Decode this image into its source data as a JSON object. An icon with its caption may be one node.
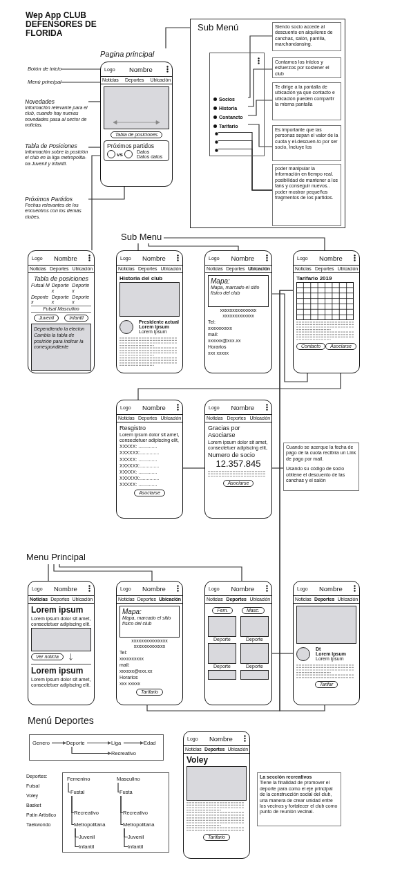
{
  "diagram": {
    "title": "Wep App CLUB DEFENSORES DE FLORIDA",
    "nodes": [
      {
        "text": [
          "Pagina principal",
          "Logo",
          "Nombre",
          "Noticias",
          "Deportes",
          "Ubicación",
          "Tabla de posiciones",
          "Próximos partidos",
          "vs",
          "Datos",
          "Datos datos"
        ]
      },
      {
        "text": [
          "Botón de inicio"
        ]
      },
      {
        "text": [
          "Menú principal"
        ]
      },
      {
        "text": [
          "Novedades",
          "Información relevante para el club, cuando hay nuevas novedades pasa al sector de noticias."
        ]
      },
      {
        "text": [
          "Tabla de Posiciones",
          "Información sobre la posición el club en la liga metropolita-na Juvenil y infantil."
        ]
      },
      {
        "text": [
          "Próximos Partidos",
          "Fechas relevantes de los encuentros con los demás clubes."
        ]
      },
      {
        "text": [
          "Sub Menú"
        ]
      },
      {
        "text": [],
        "shape": "box",
        "in": 6
      },
      {
        "text": [
          "Socios"
        ],
        "in": 7
      },
      {
        "text": [
          "Historia"
        ],
        "in": 7
      },
      {
        "text": [
          "Contancto"
        ],
        "in": 7
      },
      {
        "text": [
          "Tarifario"
        ],
        "in": 7
      },
      {
        "text": [],
        "shape": "circle",
        "in": 7
      },
      {
        "text": [],
        "shape": "circle",
        "in": 7
      },
      {
        "text": [],
        "shape": "circle",
        "in": 7
      },
      {
        "text": [
          "Siendo socio accede al descuento en alquileres de canchas, salón, parrilla, marchandansing."
        ],
        "in": 6
      },
      {
        "text": [
          "Contamos los inicios y esfuerzos por sostener el club"
        ],
        "in": 6
      },
      {
        "text": [
          "Te dirige a la pantalla de ubicación ya que contacto e ubicación pueden compartir la misma pantalla"
        ],
        "in": 6
      },
      {
        "text": [
          "Es importante que las personas sepan el valor de la cuota y el-descuen-to por ser socio, Incluye los"
        ],
        "in": 6
      },
      {
        "text": [
          "poder manipular la información en tiempo real.",
          "posibilidad de mantener a los fans y conseguir nuevos..",
          "poder mostrar pequeños fragmentos de los partidos."
        ],
        "in": 6
      },
      {
        "text": [
          "Sub Menu"
        ]
      },
      {
        "text": [
          "Logo",
          "Nombre",
          "Noticias",
          "Deportes",
          "Ubicación",
          "Tabla de posiciones",
          "Futsal M",
          "Deporte x",
          "Deporte x",
          "Deporte x",
          "Deporte x",
          "Deporte x",
          "Futsal Masculino",
          "Juvenil",
          "Infantil",
          "Dependiendo la elecion Cambia la tabla de posición para indicar la correspondiente"
        ]
      },
      {
        "text": [
          "Logo",
          "Nombre",
          "Noticias",
          "Deportes",
          "Ubicación",
          "Historia del club",
          "Presidente actual Lorem ipsum",
          "Lorem ipsum"
        ]
      },
      {
        "text": [
          "Logo",
          "Nombre",
          "Noticias",
          "Deportes",
          "Ubicación",
          "Mapa:",
          "Mapa, marcado el sitio físico del club",
          "xxxxxxxxxxxxxxx xxxxxxxxxxxxx",
          "Tel:",
          "xxxxxxxxxx",
          "mail:",
          "xxxxxx@xxx.xx",
          "Horarios",
          "xxx xxxxx"
        ]
      },
      {
        "text": [
          "Logo",
          "Nombre",
          "Noticias",
          "Deportes",
          "Ubicación",
          "Tarifario 2019",
          "Contacto",
          "Asociarse"
        ]
      },
      {
        "text": [
          "Logo",
          "Nombre",
          "Noticias",
          "Deportes",
          "Ubicación",
          "Resgistro",
          "Lorem ipsum dolor sit amet, consectetuer adipiscing elit,",
          "XXXXX: ..............",
          "XXXXXX:..............",
          "XXXXX: ..............",
          "XXXXXX:..............",
          "XXXXX: ..............",
          "XXXXXX:..............",
          "XXXXX: ..............",
          "Asociarse"
        ]
      },
      {
        "text": [
          "Logo",
          "Nombre",
          "Noticias",
          "Deportes",
          "Ubicación",
          "Gracias por Asociarse",
          "Lorem ipsum dolor sit amet, consectetuer adipiscing elit,",
          "Numero de socio",
          "12.357.845",
          "Asociarse"
        ]
      },
      {
        "text": [
          "Cuando se acerque la fecha de pago de la cuota recibira un Link de pago por mail.",
          "Usando su código de socio obtiene el descuento de las canchas y el salón"
        ]
      },
      {
        "text": [
          "Menu Principal"
        ]
      },
      {
        "text": [
          "Logo",
          "Nombre",
          "Noticias",
          "Deportes",
          "Ubicación",
          "Lorem ipsum",
          "Lorem ipsum dolor sit amet, consectetuer adipiscing elit.",
          "Ver noticia",
          "Lorem ipsum",
          "Lorem ipsum dolor sit amet, consectetuer adipiscing elit."
        ]
      },
      {
        "text": [
          "Logo",
          "Nombre",
          "Noticias",
          "Deportes",
          "Ubicación",
          "Mapa:",
          "Mapa, marcado el sitio físico del club",
          "xxxxxxxxxxxxxxx xxxxxxxxxxxxx",
          "Tel:",
          "xxxxxxxxxx",
          "mail:",
          "xxxxxx@xxx.xx",
          "Horarios",
          "xxx xxxxx",
          "Tarifario"
        ]
      },
      {
        "text": [
          "Logo",
          "Nombre",
          "Noticias",
          "Deportes",
          "Ubicación",
          "Fem.",
          "Masc.",
          "Deporte",
          "Deporte",
          "Deporte",
          "Deporte"
        ]
      },
      {
        "text": [
          "Logo",
          "Nombre",
          "Noticias",
          "Deportes",
          "Ubicación",
          "Dt",
          "Lorem ipsum",
          "Lorem ipsum",
          "Tarifar"
        ]
      },
      {
        "text": [],
        "shape": "box"
      },
      {
        "text": [
          "Genero"
        ],
        "in": 33
      },
      {
        "text": [
          "Deporte"
        ],
        "in": 33
      },
      {
        "text": [
          "Liga"
        ],
        "in": 33
      },
      {
        "text": [
          "Edad"
        ],
        "in": 33
      },
      {
        "text": [
          "Recreativo"
        ],
        "in": 33
      },
      {
        "text": [],
        "shape": "box"
      },
      {
        "text": [
          "Femenino"
        ],
        "in": 39
      },
      {
        "text": [
          "Fustal"
        ],
        "in": 39
      },
      {
        "text": [
          "Recreativo"
        ],
        "in": 39
      },
      {
        "text": [
          "Metropolitana"
        ],
        "in": 39
      },
      {
        "text": [
          "Juvenil"
        ],
        "in": 39
      },
      {
        "text": [
          "Infantil"
        ],
        "in": 39
      },
      {
        "text": [
          "Masculino"
        ],
        "in": 39
      },
      {
        "text": [
          "Fusta"
        ],
        "in": 39
      },
      {
        "text": [
          "Recreativo"
        ],
        "in": 39
      },
      {
        "text": [
          "Metropolitana"
        ],
        "in": 39
      },
      {
        "text": [
          "Juvenil"
        ],
        "in": 39
      },
      {
        "text": [
          "Infantil"
        ],
        "in": 39
      },
      {
        "text": [
          "Logo",
          "Nombre",
          "Noticias",
          "Deportes",
          "Ubicación",
          "Voley",
          "Tarifario"
        ]
      },
      {
        "text": [
          "La sección recreativos",
          "Tiene la finalidad de promover el deporte para como el eje principal de la construcción social del club, una manera de crear unidad entre los vecinos y fortalecer el club como punto de reunión vecinal."
        ]
      }
    ],
    "edges": [
      {
        "from": 1,
        "to": 0,
        "arrow": "none"
      },
      {
        "from": 2,
        "to": 0,
        "arrow": "none"
      },
      {
        "from": 3,
        "to": 0,
        "arrow": "none"
      },
      {
        "from": 4,
        "to": 0,
        "arrow": "none"
      },
      {
        "from": 5,
        "to": 0,
        "arrow": "none"
      },
      {
        "from": 0,
        "to": 21,
        "arrow": "none"
      },
      {
        "from": 0,
        "to": 6,
        "arrow": "none"
      },
      {
        "from": 8,
        "to": 15,
        "arrow": "none"
      },
      {
        "from": 9,
        "to": 16,
        "arrow": "none"
      },
      {
        "from": 10,
        "to": 17,
        "arrow": "none"
      },
      {
        "from": 11,
        "to": 18,
        "arrow": "none"
      },
      {
        "from": 12,
        "to": 19,
        "arrow": "none"
      },
      {
        "from": 13,
        "to": 19,
        "arrow": "none"
      },
      {
        "from": 14,
        "to": 19,
        "arrow": "none"
      },
      {
        "from": 20,
        "to": 22,
        "arrow": "none"
      },
      {
        "from": 20,
        "to": 23,
        "arrow": "none"
      },
      {
        "from": 20,
        "to": 24,
        "arrow": "none"
      },
      {
        "from": 24,
        "to": 23,
        "arrow": "none"
      },
      {
        "from": 24,
        "to": 25,
        "arrow": "none"
      },
      {
        "from": 25,
        "to": 26,
        "arrow": "none"
      },
      {
        "from": 26,
        "to": 27,
        "arrow": "none"
      },
      {
        "from": 28,
        "to": 29,
        "arrow": "none"
      },
      {
        "from": 28,
        "to": 30,
        "arrow": "none"
      },
      {
        "from": 28,
        "to": 31,
        "arrow": "none"
      },
      {
        "from": 31,
        "to": 32,
        "arrow": "none"
      },
      {
        "from": 30,
        "to": 24,
        "arrow": "none"
      },
      {
        "from": 32,
        "to": 24,
        "arrow": "none"
      },
      {
        "from": 34,
        "to": 35,
        "arrow": "to"
      },
      {
        "from": 35,
        "to": 36,
        "arrow": "to"
      },
      {
        "from": 36,
        "to": 37,
        "arrow": "to"
      },
      {
        "from": 35,
        "to": 38,
        "arrow": "to"
      },
      {
        "from": 40,
        "to": 41,
        "arrow": "none"
      },
      {
        "from": 41,
        "to": 42,
        "arrow": "none"
      },
      {
        "from": 41,
        "to": 43,
        "arrow": "none"
      },
      {
        "from": 43,
        "to": 44,
        "arrow": "none"
      },
      {
        "from": 43,
        "to": 45,
        "arrow": "none"
      },
      {
        "from": 46,
        "to": 47,
        "arrow": "none"
      },
      {
        "from": 47,
        "to": 48,
        "arrow": "none"
      },
      {
        "from": 47,
        "to": 49,
        "arrow": "none"
      },
      {
        "from": 49,
        "to": 50,
        "arrow": "none"
      },
      {
        "from": 49,
        "to": 51,
        "arrow": "none"
      }
    ],
    "labels": [
      "Menú Deportes",
      "Deportes:",
      "Futsal",
      "Voley",
      "Basket",
      "Patín Artístico",
      "Taekwondo"
    ]
  }
}
